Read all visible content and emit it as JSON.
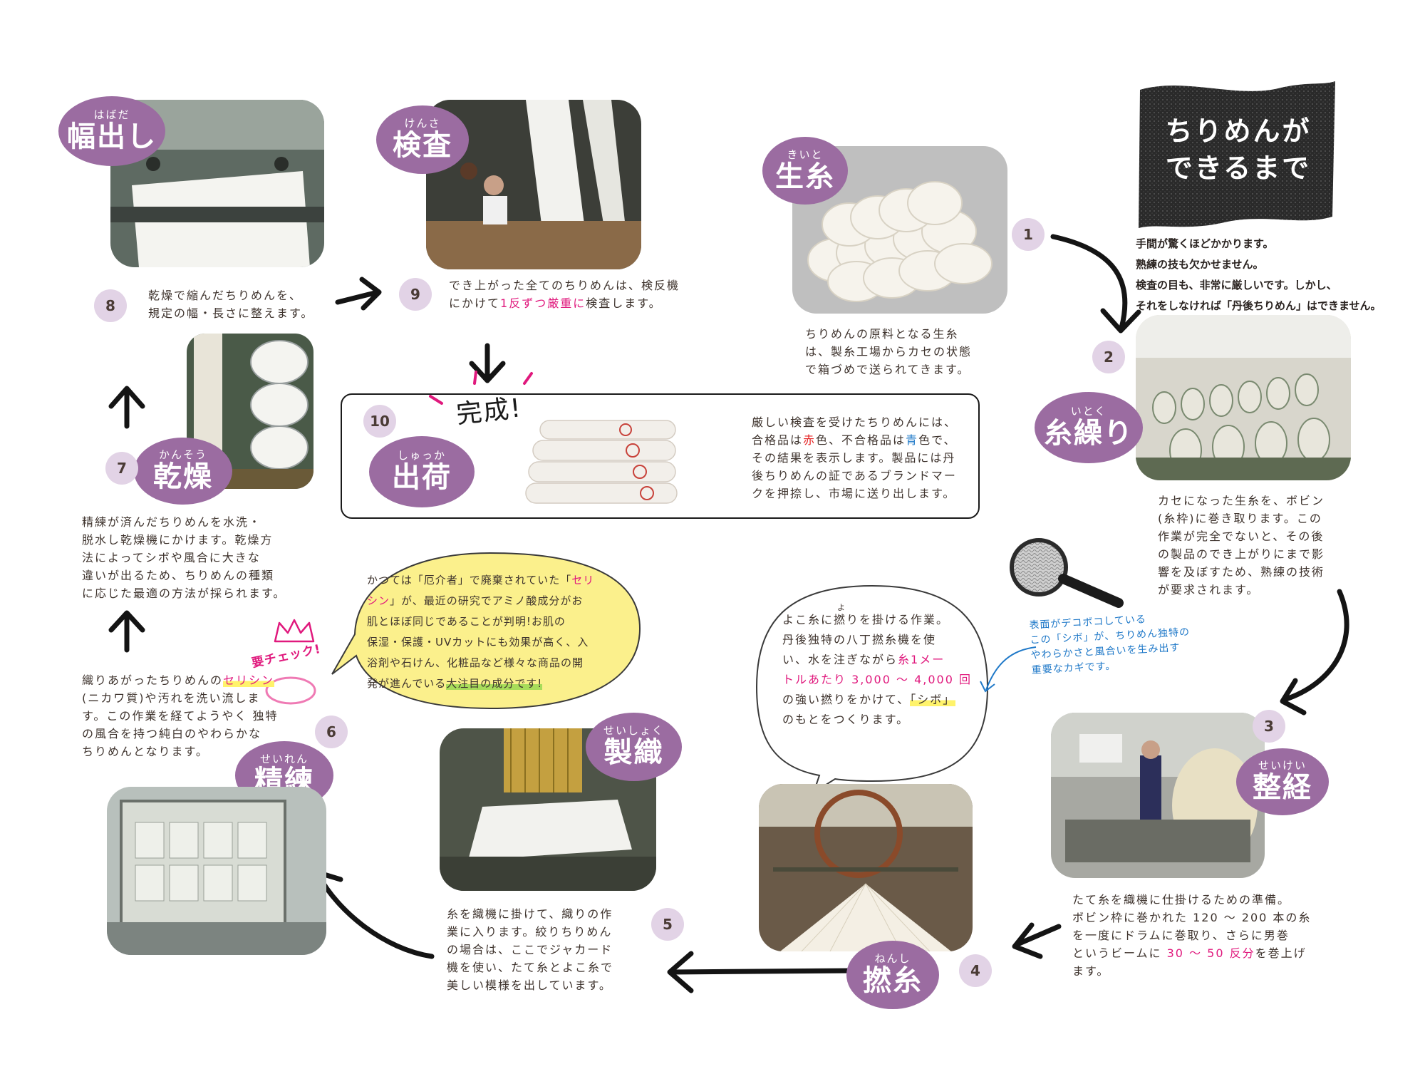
{
  "header": {
    "title_line1": "ちりめんが",
    "title_line2": "できるまで",
    "intro": [
      "手間が驚くほどかかります。",
      "熟練の技も欠かせません。",
      "検査の目も、非常に厳しいです。しかし、",
      "それをしなければ「丹後ちりめん」はできません。"
    ]
  },
  "steps": [
    {
      "num": "1",
      "ruby": "きいと",
      "name": "生糸",
      "desc": [
        "ちりめんの原料となる生糸",
        "は、製糸工場からカセの状態",
        "で箱づめで送られてきます。"
      ]
    },
    {
      "num": "2",
      "ruby": "いとく",
      "name": "糸繰り",
      "desc": [
        "カセになった生糸を、ボビン",
        "(糸枠)に巻き取ります。この",
        "作業が完全でないと、その後",
        "の製品のでき上がりにまで影",
        "響を及ぼすため、熟練の技術",
        "が要求されます。"
      ]
    },
    {
      "num": "3",
      "ruby": "せいけい",
      "name": "整経",
      "desc_a": [
        "たて糸を織機に仕掛けるための準備。",
        "ボビン枠に巻かれた 120 ～ 200 本の糸",
        "を一度にドラムに巻取り、さらに男巻",
        "というビームに "
      ],
      "desc_hl": "30 ～ 50 反分",
      "desc_b": "を巻上げ",
      "desc_c": "ます。"
    },
    {
      "num": "4",
      "ruby": "ねんし",
      "name": "撚糸"
    },
    {
      "num": "5",
      "ruby": "せいしょく",
      "name": "製織",
      "desc": [
        "糸を織機に掛けて、織りの作",
        "業に入ります。絞りちりめん",
        "の場合は、ここでジャカード",
        "機を使い、たて糸とよこ糸で",
        "美しい模様を出しています。"
      ]
    },
    {
      "num": "6",
      "ruby": "せいれん",
      "name": "精練",
      "desc_a": "織りあがったちりめんの",
      "desc_hl": "セリシン",
      "desc_rest": [
        "(ニカワ質)や汚れを洗い流しま",
        "す。この作業を経てようやく 独特",
        "の風合を持つ純白のやわらかな",
        "ちりめんとなります。"
      ],
      "check": "要チェック!"
    },
    {
      "num": "7",
      "ruby": "かんそう",
      "name": "乾燥",
      "desc": [
        "精練が済んだちりめんを水洗・",
        "脱水し乾燥機にかけます。乾燥方",
        "法によってシボや風合に大きな",
        "違いが出るため、ちりめんの種類",
        "に応じた最適の方法が採られます。"
      ]
    },
    {
      "num": "8",
      "ruby": "はばだ",
      "name": "幅出し",
      "desc": [
        "乾燥で縮んだちりめんを、",
        "規定の幅・長さに整えます。"
      ]
    },
    {
      "num": "9",
      "ruby": "けんさ",
      "name": "検査",
      "desc_a": "でき上がった全てのちりめんは、検反機",
      "desc_b": "にかけて",
      "desc_hl": "1反ずつ厳重に",
      "desc_c": "検査します。"
    },
    {
      "num": "10",
      "ruby": "しゅっか",
      "name": "出荷",
      "done": "完成!",
      "desc_l1": "厳しい検査を受けたちりめんには、",
      "desc_l2a": "合格品は",
      "desc_red": "赤",
      "desc_l2b": "色、不合格品は",
      "desc_blue": "青",
      "desc_l2c": "色で、",
      "desc_rest": [
        "その結果を表示します。製品には丹",
        "後ちりめんの証であるブランドマー",
        "クを押捺し、市場に送り出します。"
      ]
    }
  ],
  "twist_bubble": {
    "l1_a": "よこ糸に",
    "l1_ruby": "よ",
    "l1_kanji": "撚",
    "l1_b": "りを掛ける作業。",
    "l2": "丹後独特の八丁撚糸機を使",
    "l3_a": "い、水を注ぎながら",
    "l3_hl": "糸1メー",
    "l4_hl": "トルあたり 3,000 ～ 4,000 回",
    "l5": "の強い撚りをかけて、",
    "l5_hl": "「シボ」",
    "l6": "のもとをつくります。"
  },
  "shibo_note": [
    "表面がデコボコしている",
    "この「シボ」が、ちりめん独特の",
    "やわらかさと風合いを生み出す",
    "重要なカギです。"
  ],
  "sericin_bubble": {
    "l1_a": "かつては「厄介者」で廃棄されていた「",
    "l1_hl": "セリ",
    "l2_hl": "シン",
    "l2_b": "」が、最近の研究でアミノ酸成分がお",
    "l3": "肌とほぼ同じであることが判明!お肌の",
    "l4": "保湿・保護・UVカットにも効果が高く、入",
    "l5": "浴剤や石けん、化粧品など様々な商品の開",
    "l6_a": "発が進んでいる",
    "l6_hl": "大注目の成分です!"
  },
  "colors": {
    "label_bg": "#9b6ca1",
    "num_bg": "#e2d3e6",
    "pink": "#e0197d",
    "blue": "#1e78c8",
    "yellow": "#fff36b",
    "green": "#a8dc5a",
    "bubble": "#fbf08c"
  }
}
